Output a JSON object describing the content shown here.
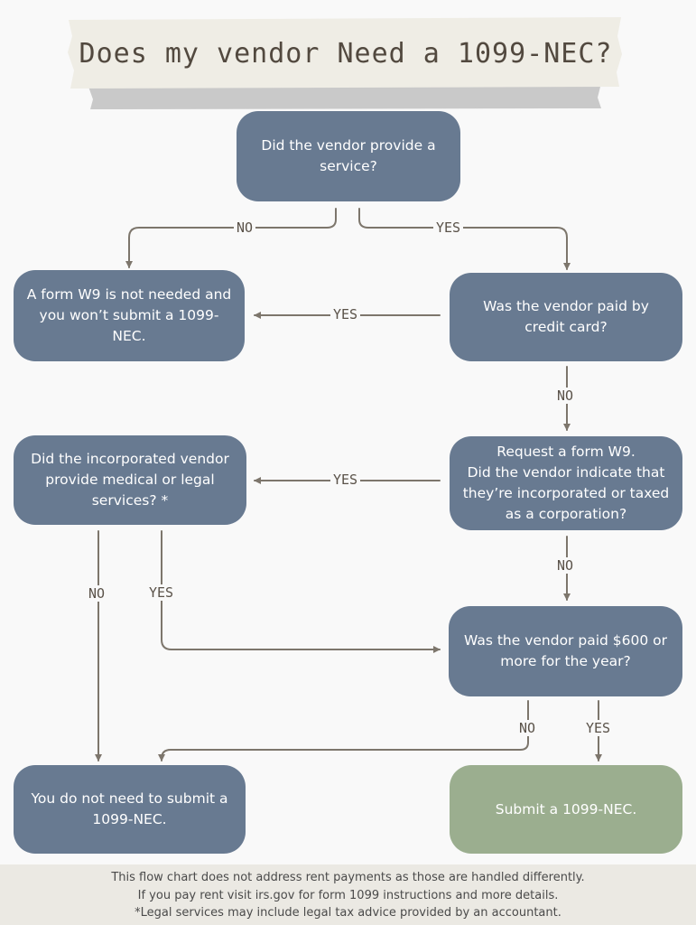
{
  "title": "Does my vendor Need a 1099-NEC?",
  "nodes": {
    "service": "Did the vendor provide a service?",
    "w9_not_needed": "A form W9 is not needed and you won’t submit a 1099-NEC.",
    "credit_card": "Was the vendor paid by credit card?",
    "incorporated_medical_legal": "Did the incorporated vendor provide medical or legal services? *",
    "request_w9": "Request a form W9.\nDid the vendor indicate that they’re incorporated or taxed as a corporation?",
    "paid_600": "Was the vendor paid $600 or more for the year?",
    "no_need_submit": "You do not need to submit a 1099-NEC.",
    "submit_1099": "Submit a 1099-NEC."
  },
  "edge_labels": {
    "service_no": "NO",
    "service_yes": "YES",
    "credit_yes": "YES",
    "credit_no": "NO",
    "request_yes": "YES",
    "request_no": "NO",
    "medical_no": "NO",
    "medical_yes": "YES",
    "paid_no": "NO",
    "paid_yes": "YES"
  },
  "footer": {
    "line1": "This flow chart does not address rent payments as those are handled differently.",
    "line2": "If you pay rent visit irs.gov for form 1099 instructions and more details.",
    "line3": "*Legal services may include legal tax advice provided by an accountant."
  },
  "colors": {
    "node_blue": "#687a91",
    "node_green": "#9bae8f",
    "connector": "#7d766c",
    "banner": "#efede5",
    "banner_shadow": "#c9c9c9",
    "footer_bg": "#ebe9e3"
  }
}
